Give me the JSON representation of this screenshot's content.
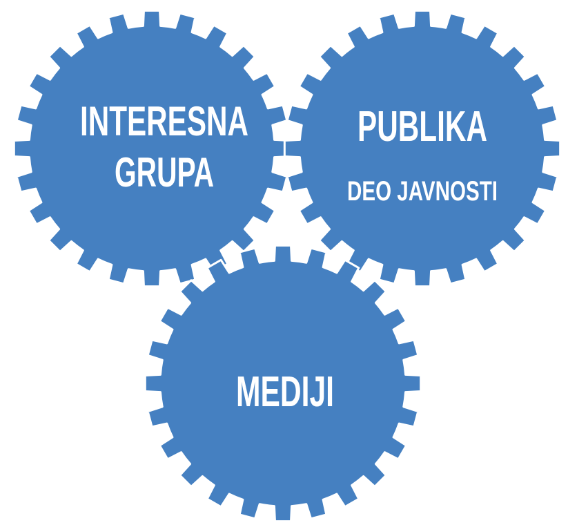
{
  "colors": {
    "gear_fill": "#4580C1",
    "gear_outline": "#ffffff",
    "text": "#ffffff",
    "background": "#ffffff"
  },
  "gears": [
    {
      "id": "interesna-grupa",
      "lines": [
        "INTERESNA",
        "GRUPA"
      ],
      "sublabel": ""
    },
    {
      "id": "publika",
      "lines": [
        "PUBLIKA"
      ],
      "sublabel": "DEO JAVNOSTI"
    },
    {
      "id": "mediji",
      "lines": [
        "MEDIJI"
      ],
      "sublabel": ""
    }
  ]
}
